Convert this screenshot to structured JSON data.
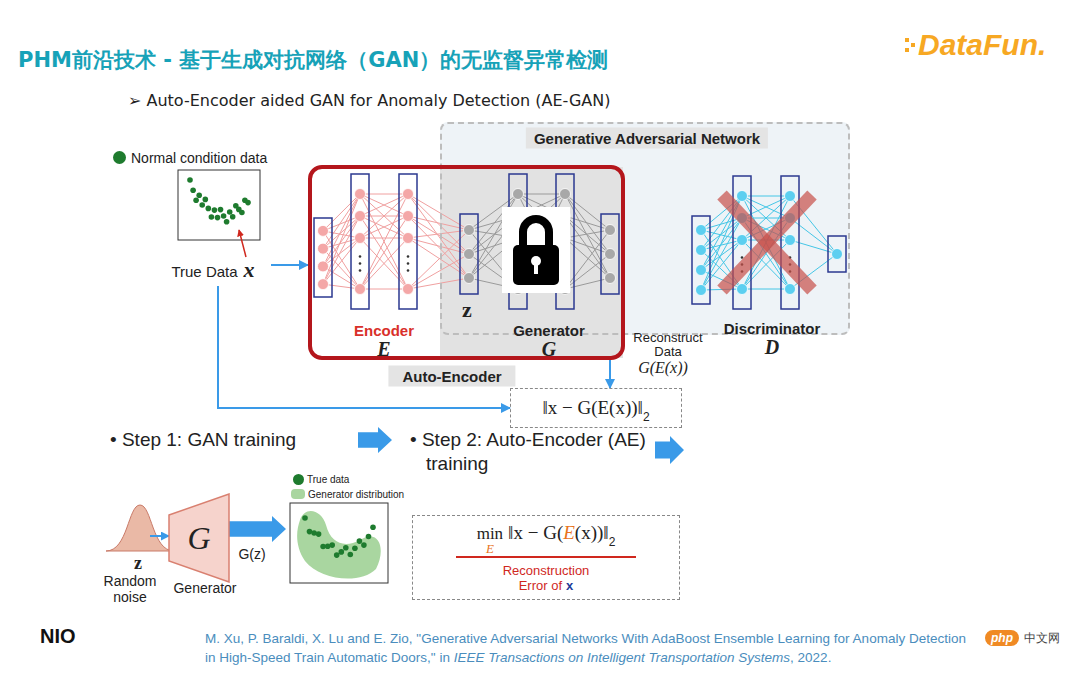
{
  "diagram": {
    "title": "PHM前沿技术 - 基于生成对抗网络（GAN）的无监督异常检测",
    "nodes": [
      {
        "text": [
          "True Data",
          "x"
        ]
      },
      {
        "text": [
          "Generative Adversarial Network"
        ]
      },
      {
        "text": [
          "Discriminator",
          "D"
        ],
        "in": 1
      },
      {
        "text": [
          "Auto-Encoder"
        ]
      },
      {
        "text": [
          "Encoder",
          "E"
        ],
        "in": 3
      },
      {
        "text": [
          "Generator",
          "G"
        ],
        "in": 3
      },
      {
        "text": [
          "‖x − G(E(x))‖",
          "2"
        ]
      },
      {
        "text": [
          "G",
          "Generator"
        ]
      },
      {
        "text": [
          "min",
          "E",
          "‖x − G(",
          "E",
          "(x))‖",
          "2",
          "Reconstruction",
          "Error of",
          "x"
        ]
      }
    ],
    "edges": [
      {
        "from": 0,
        "to": 3,
        "arrow": "to"
      },
      {
        "from": 0,
        "to": 6,
        "arrow": "to"
      },
      {
        "from": 5,
        "to": 6,
        "arrow": "to"
      }
    ],
    "labels": [
      "DataFun.",
      "➢ Auto-Encoder aided GAN for Anomaly Detection (AE-GAN)",
      "z",
      "Reconstruct Data",
      "G(E(x))",
      "• Step 1: GAN training",
      "• Step 2: Auto-Encoder (AE) training",
      "z",
      "Random noise",
      "G(z)",
      "NIO",
      "M. Xu, P. Baraldi, X. Lu and E. Zio, \"Generative Adversarial Networks With AdaBoost Ensemble Learning for Anomaly Detection in High-Speed Train Automatic Doors,\" in",
      "IEEE Transactions on Intelligent Transportation Systems",
      ", 2022.",
      "php",
      "中文网"
    ],
    "legend": [
      {
        "text": "Normal condition data",
        "color": "#1e7b2e"
      },
      {
        "text": "True data",
        "color": "#1e7b2e"
      },
      {
        "text": "Generator distribution",
        "color": "#a9d6a0"
      }
    ]
  }
}
